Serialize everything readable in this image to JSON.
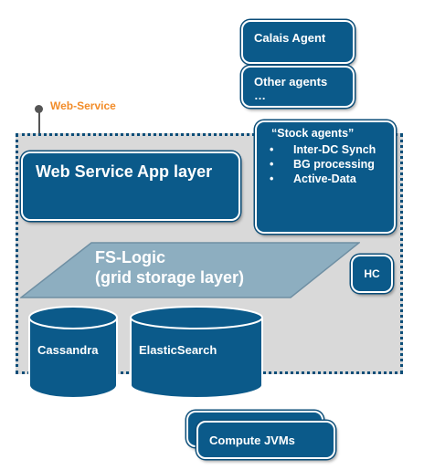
{
  "agents": {
    "calais": "Calais Agent",
    "other": "Other agents …"
  },
  "web_service": {
    "label": "Web-Service"
  },
  "web_app_layer": "Web Service App layer",
  "stock_agents": {
    "title": "“Stock agents”",
    "bullet_char": "•",
    "items": [
      "Inter-DC Synch",
      "BG processing",
      "Active-Data"
    ]
  },
  "fs_logic": {
    "line1": "FS-Logic",
    "line2": "(grid storage layer)"
  },
  "hc": "HC",
  "storage": {
    "cassandra": "Cassandra",
    "elasticsearch": "ElasticSearch"
  },
  "compute": "Compute JVMs",
  "colors": {
    "box_fill": "#0b5a8a",
    "container_fill": "#d9d9d9",
    "fs_logic_fill": "#8daec0",
    "label_orange": "#f28c28"
  }
}
